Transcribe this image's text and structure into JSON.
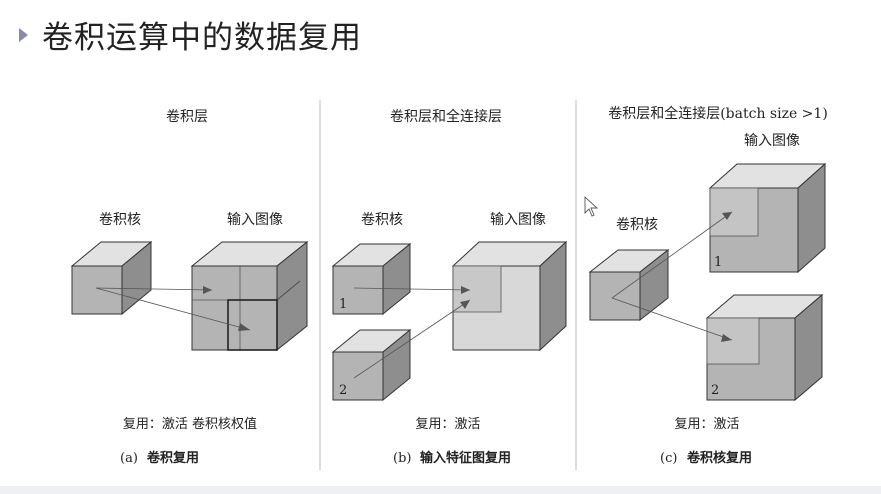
{
  "slide": {
    "title": "卷积运算中的数据复用",
    "bullet_icon": "triangle-right-icon",
    "bullet_color": "#8a8aa8"
  },
  "panels": {
    "a": {
      "heading": "卷积层",
      "kernel_label": "卷积核",
      "input_label": "输入图像",
      "reuse_text": "复用：激活  卷积核权值",
      "caption_prefix": "(a)",
      "caption": "卷积复用"
    },
    "b": {
      "heading": "卷积层和全连接层",
      "kernel_label": "卷积核",
      "input_label": "输入图像",
      "kernel_1": "1",
      "kernel_2": "2",
      "reuse_text": "复用：激活",
      "caption_prefix": "(b)",
      "caption": "输入特征图复用"
    },
    "c": {
      "heading": "卷积层和全连接层(batch size >1)",
      "kernel_label": "卷积核",
      "input_label": "输入图像",
      "image_1": "1",
      "image_2": "2",
      "reuse_text": "复用：激活",
      "caption_prefix": "(c)",
      "caption": "卷积核复用"
    }
  },
  "colors": {
    "front_face": "#b4b4b4",
    "side_face": "#8e8e8e",
    "top_face": "#e2e2e2",
    "highlight_face": "#d8d8d8",
    "line": "#333333",
    "divider": "#bbbbbb"
  },
  "cursor_icon": "mouse-pointer-icon"
}
